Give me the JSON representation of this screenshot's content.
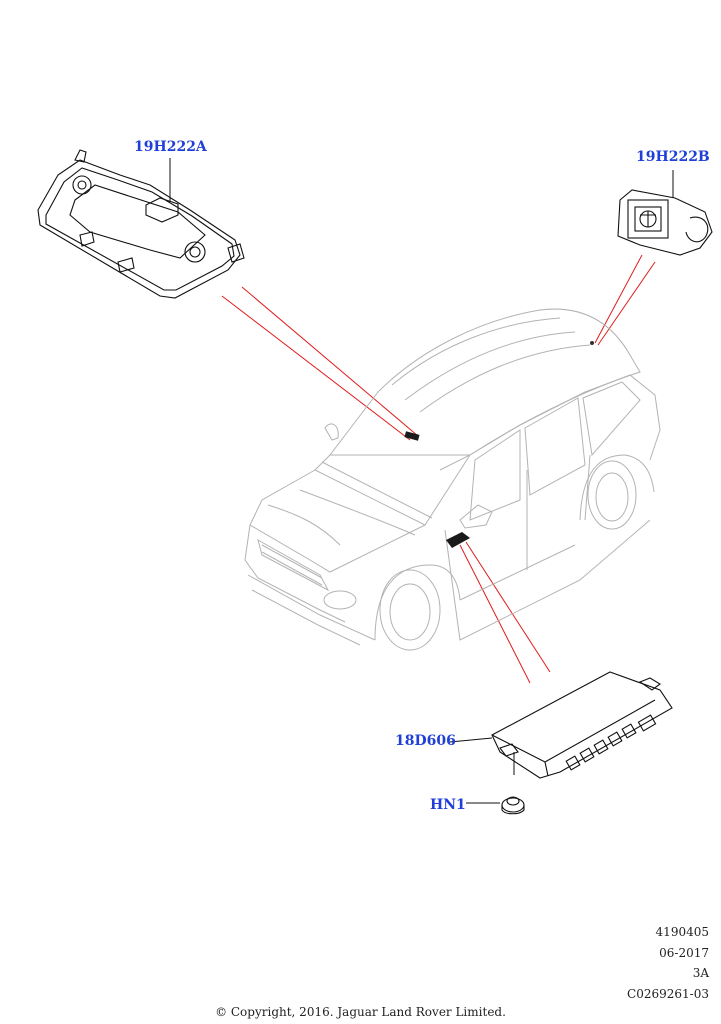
{
  "parts": [
    {
      "id": "19H222A",
      "label": "19H222A"
    },
    {
      "id": "19H222B",
      "label": "19H222B"
    },
    {
      "id": "18D606",
      "label": "18D606"
    },
    {
      "id": "HN1",
      "label": "HN1"
    }
  ],
  "meta": {
    "illustration_number": "4190405",
    "date": "06-2017",
    "revision": "3A",
    "code": "C0269261-03"
  },
  "copyright": "© Copyright, 2016. Jaguar Land Rover Limited.",
  "colors": {
    "label": "#1f3fd8",
    "highlight": "#e11c1c",
    "car_outline": "#b3b3b3"
  }
}
